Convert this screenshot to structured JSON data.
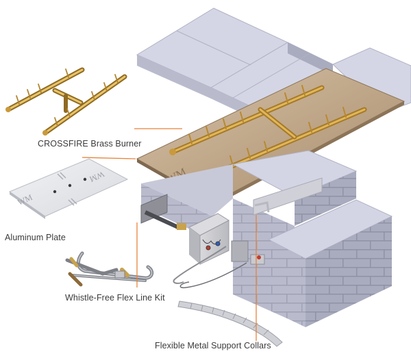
{
  "labels": {
    "burner": "CROSSFIRE Brass Burner",
    "plate": "Aluminum Plate",
    "flex_line": "Whistle-Free Flex Line Kit",
    "support_collars": "Flexible Metal Support Collars"
  },
  "logo_marks": [
    "WM",
    "WM"
  ],
  "colors": {
    "brass": "#c99a3c",
    "brass_dark": "#8f6a22",
    "plate_bronze": "#c2aa8f",
    "plate_silver": "#e4e6ea",
    "block_top": "#d3d5e4",
    "block_front": "#b9bbcd",
    "block_side": "#a6a8bb",
    "leader_line": "#e8823a"
  }
}
